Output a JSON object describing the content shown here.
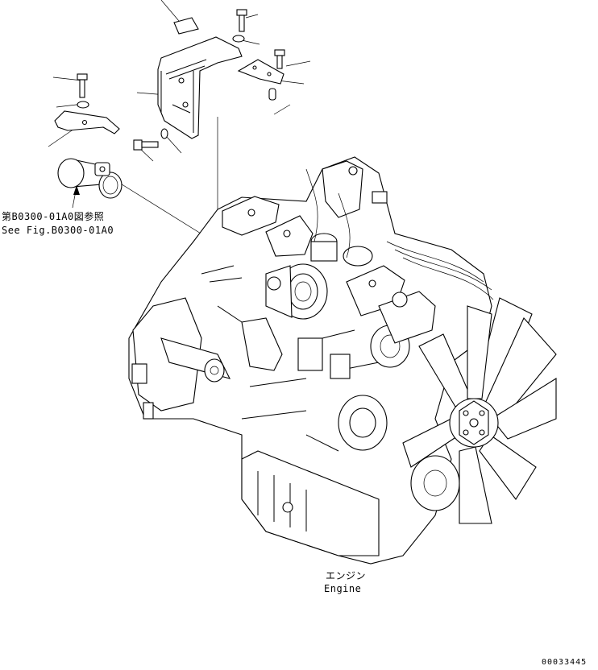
{
  "reference": {
    "line1": "第B0300-01A0図参照",
    "line2": "See Fig.B0300-01A0"
  },
  "engine_label": {
    "jp": "エンジン",
    "en": "Engine"
  },
  "figure_number": "00033445"
}
